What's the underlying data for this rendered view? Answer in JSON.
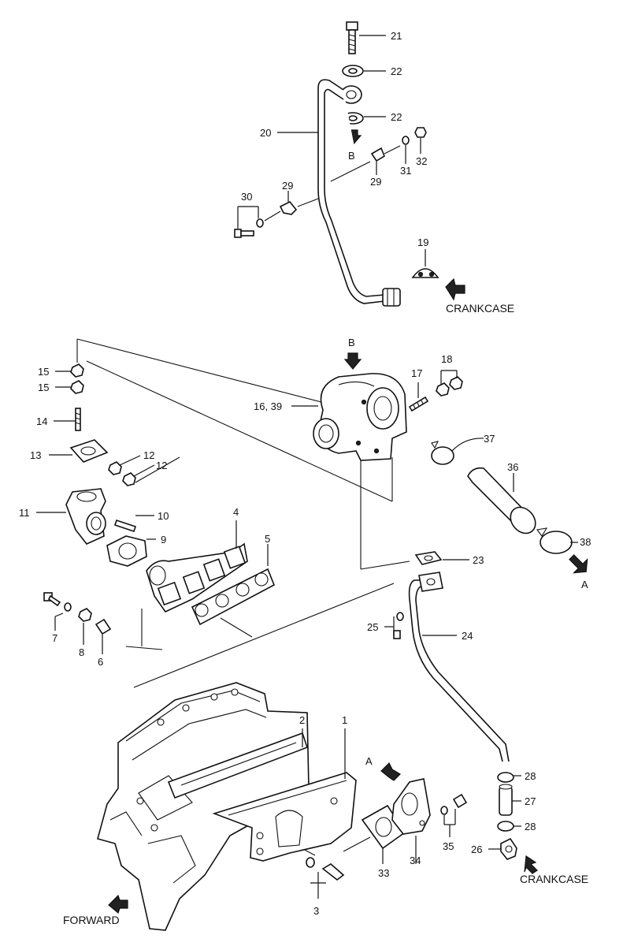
{
  "callouts": {
    "n1": "1",
    "n2": "2",
    "n3": "3",
    "n4": "4",
    "n5": "5",
    "n6": "6",
    "n7": "7",
    "n8": "8",
    "n9": "9",
    "n10": "10",
    "n11": "11",
    "n12a": "12",
    "n12b": "12",
    "n13": "13",
    "n14": "14",
    "n15a": "15",
    "n15b": "15",
    "n16": "16, 39",
    "n17": "17",
    "n18": "18",
    "n19": "19",
    "n20": "20",
    "n21": "21",
    "n22a": "22",
    "n22b": "22",
    "n23": "23",
    "n24": "24",
    "n25": "25",
    "n26": "26",
    "n27": "27",
    "n28a": "28",
    "n28b": "28",
    "n29a": "29",
    "n29b": "29",
    "n30": "30",
    "n31": "31",
    "n32": "32",
    "n33": "33",
    "n34": "34",
    "n35": "35",
    "n36": "36",
    "n37": "37",
    "n38": "38"
  },
  "markers": {
    "a_top": "A",
    "a_right": "A",
    "b_top": "B",
    "b_turbo": "B"
  },
  "captions": {
    "crankcase_top": "CRANKCASE",
    "crankcase_bottom": "CRANKCASE",
    "forward": "FORWARD"
  }
}
